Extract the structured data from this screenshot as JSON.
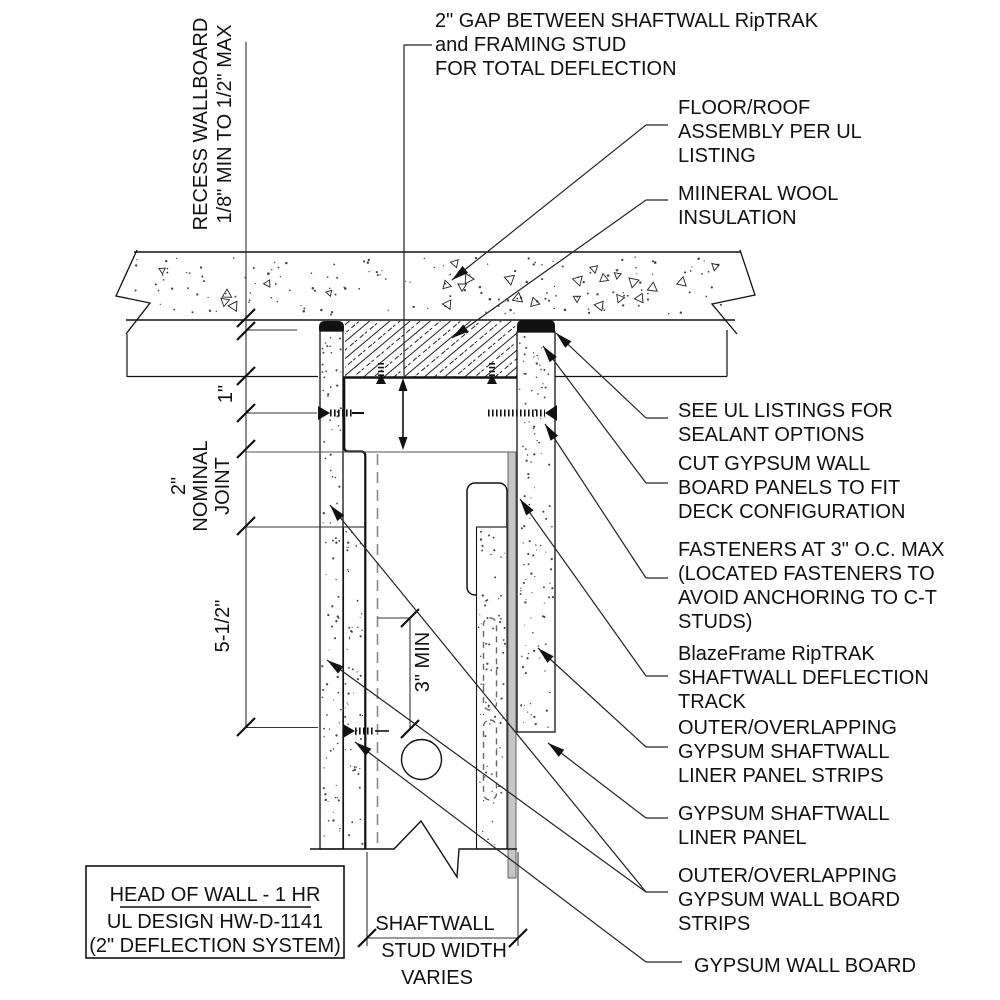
{
  "drawing": {
    "top_note": {
      "lines": [
        "2\" GAP BETWEEN SHAFTWALL RipTRAK",
        "and FRAMING STUD",
        "FOR TOTAL DEFLECTION"
      ]
    },
    "recess_note": {
      "lines": [
        "RECESS WALLBOARD",
        "1/8\" MIN TO 1/2\" MAX"
      ]
    },
    "dims": {
      "one_inch": "1\"",
      "nominal_joint": {
        "lines": [
          "2\"",
          "NOMINAL",
          "JOINT"
        ]
      },
      "five_half": "5-1/2\"",
      "three_min": "3\" MIN"
    },
    "labels": {
      "floor_roof": {
        "lines": [
          "FLOOR/ROOF",
          "ASSEMBLY PER UL",
          "LISTING"
        ]
      },
      "mineral_wool": {
        "lines": [
          "MIINERAL WOOL",
          "INSULATION"
        ]
      },
      "sealant": {
        "lines": [
          "SEE UL LISTINGS FOR",
          "SEALANT OPTIONS"
        ]
      },
      "cut_gypsum": {
        "lines": [
          "CUT GYPSUM WALL",
          "BOARD PANELS TO FIT",
          "DECK CONFIGURATION"
        ]
      },
      "fasteners": {
        "lines": [
          "FASTENERS AT 3\" O.C. MAX",
          "(LOCATED FASTENERS TO",
          "AVOID ANCHORING TO C-T",
          "STUDS)"
        ]
      },
      "riptrak": {
        "lines": [
          "BlazeFrame RipTRAK",
          "SHAFTWALL DEFLECTION",
          "TRACK"
        ]
      },
      "liner_strips": {
        "lines": [
          "OUTER/OVERLAPPING",
          "GYPSUM SHAFTWALL",
          "LINER PANEL STRIPS"
        ]
      },
      "liner_panel": {
        "lines": [
          "GYPSUM SHAFTWALL",
          "LINER PANEL"
        ]
      },
      "wallboard_strips": {
        "lines": [
          "OUTER/OVERLAPPING",
          "GYPSUM WALL BOARD",
          "STRIPS"
        ]
      },
      "wallboard": {
        "lines": [
          "GYPSUM WALL BOARD"
        ]
      }
    },
    "stud_width_dim": {
      "lines": [
        "SHAFTWALL",
        "STUD WIDTH",
        "VARIES"
      ]
    },
    "title_block": {
      "lines": [
        "HEAD OF WALL - 1 HR",
        "UL DESIGN HW-D-1141",
        "(2\" DEFLECTION SYSTEM)"
      ]
    },
    "colors": {
      "line": "#111111",
      "thin_line": "#555555",
      "sealant": "#111111",
      "liner_gray": "#c6c6c6",
      "background": "#ffffff"
    }
  }
}
